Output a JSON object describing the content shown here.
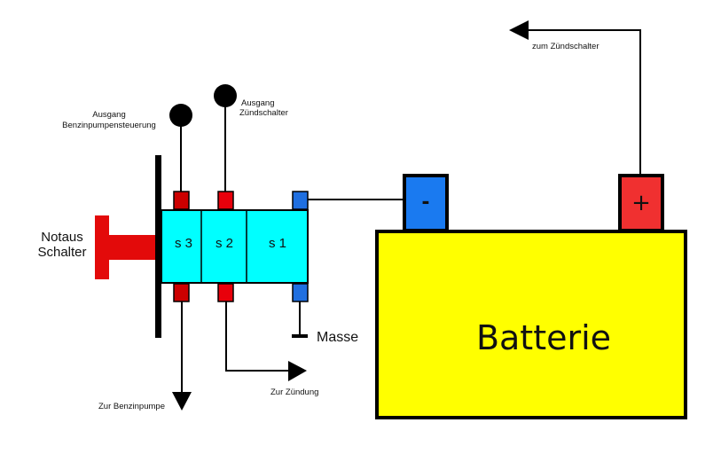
{
  "diagram": {
    "title": "Notaus-Schalter Verdrahtung",
    "colors": {
      "switch_body": "#00ffff",
      "contact_red": "#e8000b",
      "contact_dark_red": "#cc0000",
      "contact_blue": "#1f6fe0",
      "battery_body": "#ffff00",
      "terminal_minus": "#1a7af0",
      "terminal_plus": "#f03030",
      "lines": "#000000"
    },
    "labels": {
      "notaus_line1": "Notaus",
      "notaus_line2": "Schalter",
      "s3": "s 3",
      "s2": "s 2",
      "s1": "s 1",
      "ausgang_benzin_line1": "Ausgang",
      "ausgang_benzin_line2": "Benzinpumpensteuerung",
      "ausgang_zuend_line1": "Ausgang",
      "ausgang_zuend_line2": "Zündschalter",
      "masse": "Masse",
      "zur_benzinpumpe": "Zur Benzinpumpe",
      "zur_zuendung": "Zur Zündung",
      "zum_zuendschalter": "zum Zündschalter",
      "batterie": "Batterie",
      "minus": "-",
      "plus": "+"
    }
  }
}
